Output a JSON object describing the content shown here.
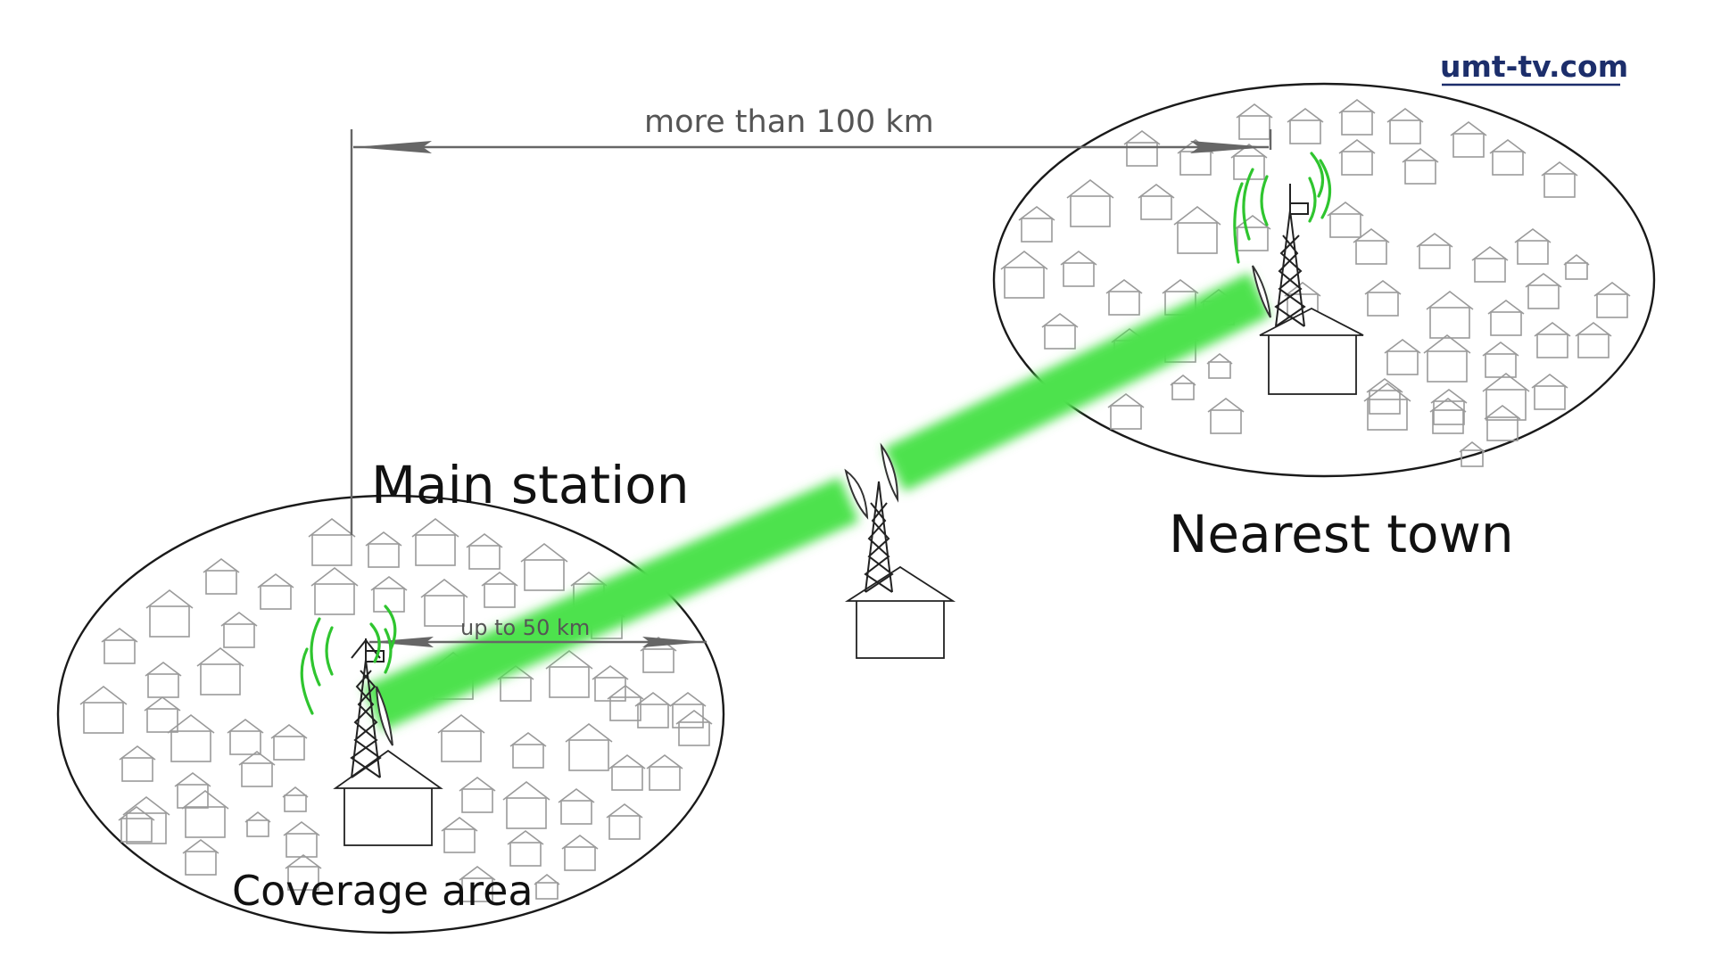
{
  "labels": {
    "watermark": "umt-tv.com",
    "distance_long": "more than 100 km",
    "distance_short": "up to 50 km",
    "main_station": "Main station",
    "nearest_town": "Nearest town",
    "coverage_area": "Coverage area"
  },
  "colors": {
    "beam": "#4ee24e",
    "signal_waves": "#2fc52f",
    "watermark": "#1c2e6b"
  }
}
